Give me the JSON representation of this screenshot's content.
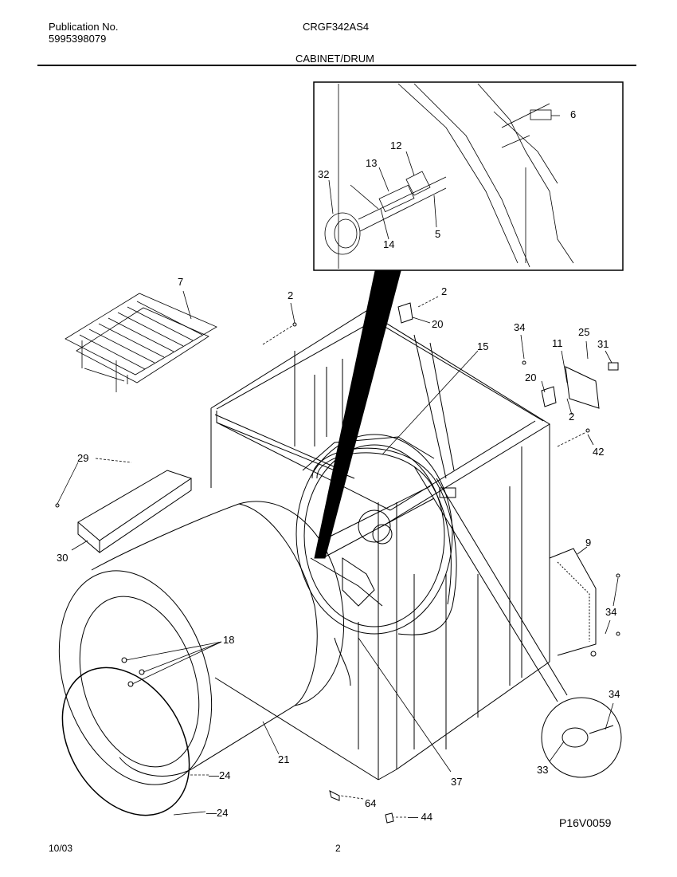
{
  "header": {
    "pub_label": "Publication No.",
    "pub_number": "5995398079",
    "model": "CRGF342AS4",
    "section": "CABINET/DRUM"
  },
  "callouts": {
    "c6": "6",
    "c12": "12",
    "c13": "13",
    "c32": "32",
    "c5": "5",
    "c14": "14",
    "c7": "7",
    "c2a": "2",
    "c2b": "2",
    "c20a": "20",
    "c34a": "34",
    "c15": "15",
    "c25": "25",
    "c11": "11",
    "c31": "31",
    "c20b": "20",
    "c2c": "2",
    "c42": "42",
    "c29": "29",
    "c30": "30",
    "c9": "9",
    "c34b": "34",
    "c18": "18",
    "c34c": "34",
    "c33": "33",
    "c21": "21",
    "c37": "37",
    "c24a": "—24",
    "c24b": "—24",
    "c64": "64",
    "c44": "— 44"
  },
  "diagram_code": "P16V0059",
  "footer": {
    "date": "10/03",
    "page": "2"
  }
}
